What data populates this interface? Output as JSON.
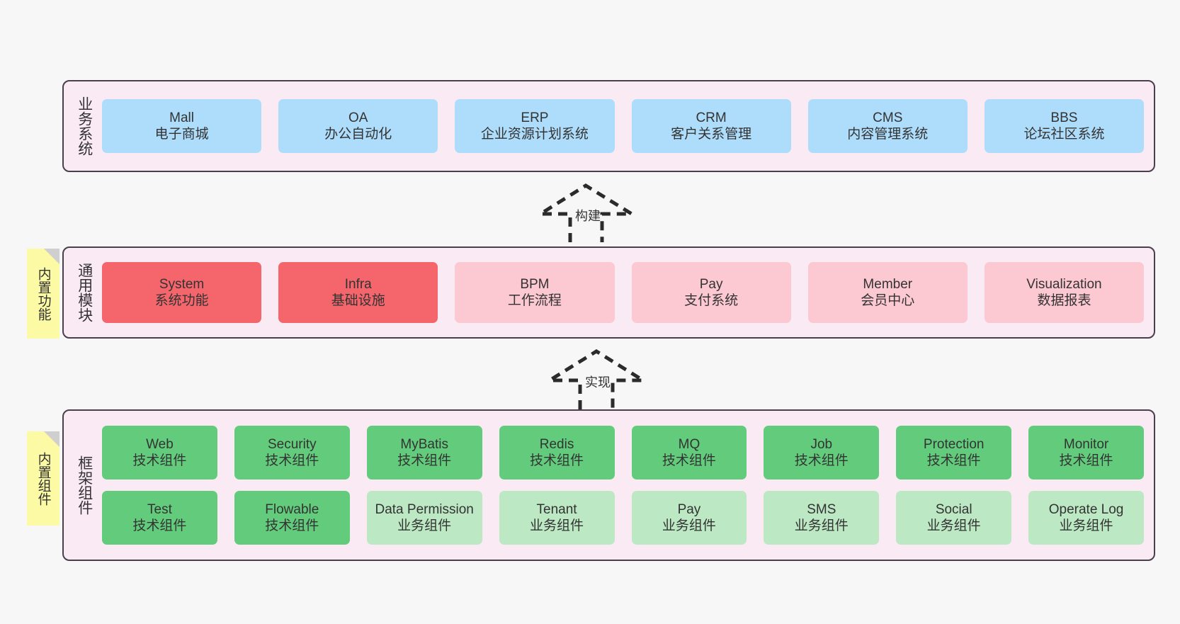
{
  "diagram": {
    "background_color": "#f7f7f7",
    "panel_color": "#FAEAF4",
    "panel_border_color": "#4a3f4d",
    "note_color": "#FCFAA4",
    "note_fold_color": "#CFCFCF"
  },
  "layers": [
    {
      "title": "业务系统",
      "accent": "#AEDDFB",
      "rows": [
        [
          {
            "en": "Mall",
            "cn": "电子商城",
            "style": "blue"
          },
          {
            "en": "OA",
            "cn": "办公自动化",
            "style": "blue"
          },
          {
            "en": "ERP",
            "cn": "企业资源计划系统",
            "style": "blue"
          },
          {
            "en": "CRM",
            "cn": "客户关系管理",
            "style": "blue"
          },
          {
            "en": "CMS",
            "cn": "内容管理系统",
            "style": "blue"
          },
          {
            "en": "BBS",
            "cn": "论坛社区系统",
            "style": "blue"
          }
        ]
      ]
    },
    {
      "title": "通用模块",
      "accent": "#F4666C",
      "rows": [
        [
          {
            "en": "System",
            "cn": "系统功能",
            "style": "red"
          },
          {
            "en": "Infra",
            "cn": "基础设施",
            "style": "red"
          },
          {
            "en": "BPM",
            "cn": "工作流程",
            "style": "pink"
          },
          {
            "en": "Pay",
            "cn": "支付系统",
            "style": "pink"
          },
          {
            "en": "Member",
            "cn": "会员中心",
            "style": "pink"
          },
          {
            "en": "Visualization",
            "cn": "数据报表",
            "style": "pink"
          }
        ]
      ]
    },
    {
      "title": "框架组件",
      "accent": "#63CC7C",
      "rows": [
        [
          {
            "en": "Web",
            "cn": "技术组件",
            "style": "green"
          },
          {
            "en": "Security",
            "cn": "技术组件",
            "style": "green"
          },
          {
            "en": "MyBatis",
            "cn": "技术组件",
            "style": "green"
          },
          {
            "en": "Redis",
            "cn": "技术组件",
            "style": "green"
          },
          {
            "en": "MQ",
            "cn": "技术组件",
            "style": "green"
          },
          {
            "en": "Job",
            "cn": "技术组件",
            "style": "green"
          },
          {
            "en": "Protection",
            "cn": "技术组件",
            "style": "green"
          },
          {
            "en": "Monitor",
            "cn": "技术组件",
            "style": "green"
          }
        ],
        [
          {
            "en": "Test",
            "cn": "技术组件",
            "style": "green"
          },
          {
            "en": "Flowable",
            "cn": "技术组件",
            "style": "green"
          },
          {
            "en": "Data Permission",
            "cn": "业务组件",
            "style": "mint"
          },
          {
            "en": "Tenant",
            "cn": "业务组件",
            "style": "mint"
          },
          {
            "en": "Pay",
            "cn": "业务组件",
            "style": "mint"
          },
          {
            "en": "SMS",
            "cn": "业务组件",
            "style": "mint"
          },
          {
            "en": "Social",
            "cn": "业务组件",
            "style": "mint"
          },
          {
            "en": "Operate Log",
            "cn": "业务组件",
            "style": "mint"
          }
        ]
      ]
    }
  ],
  "notes": [
    {
      "text": "内置功能"
    },
    {
      "text": "内置组件"
    }
  ],
  "arrows": [
    {
      "label": "构建"
    },
    {
      "label": "实现"
    }
  ]
}
